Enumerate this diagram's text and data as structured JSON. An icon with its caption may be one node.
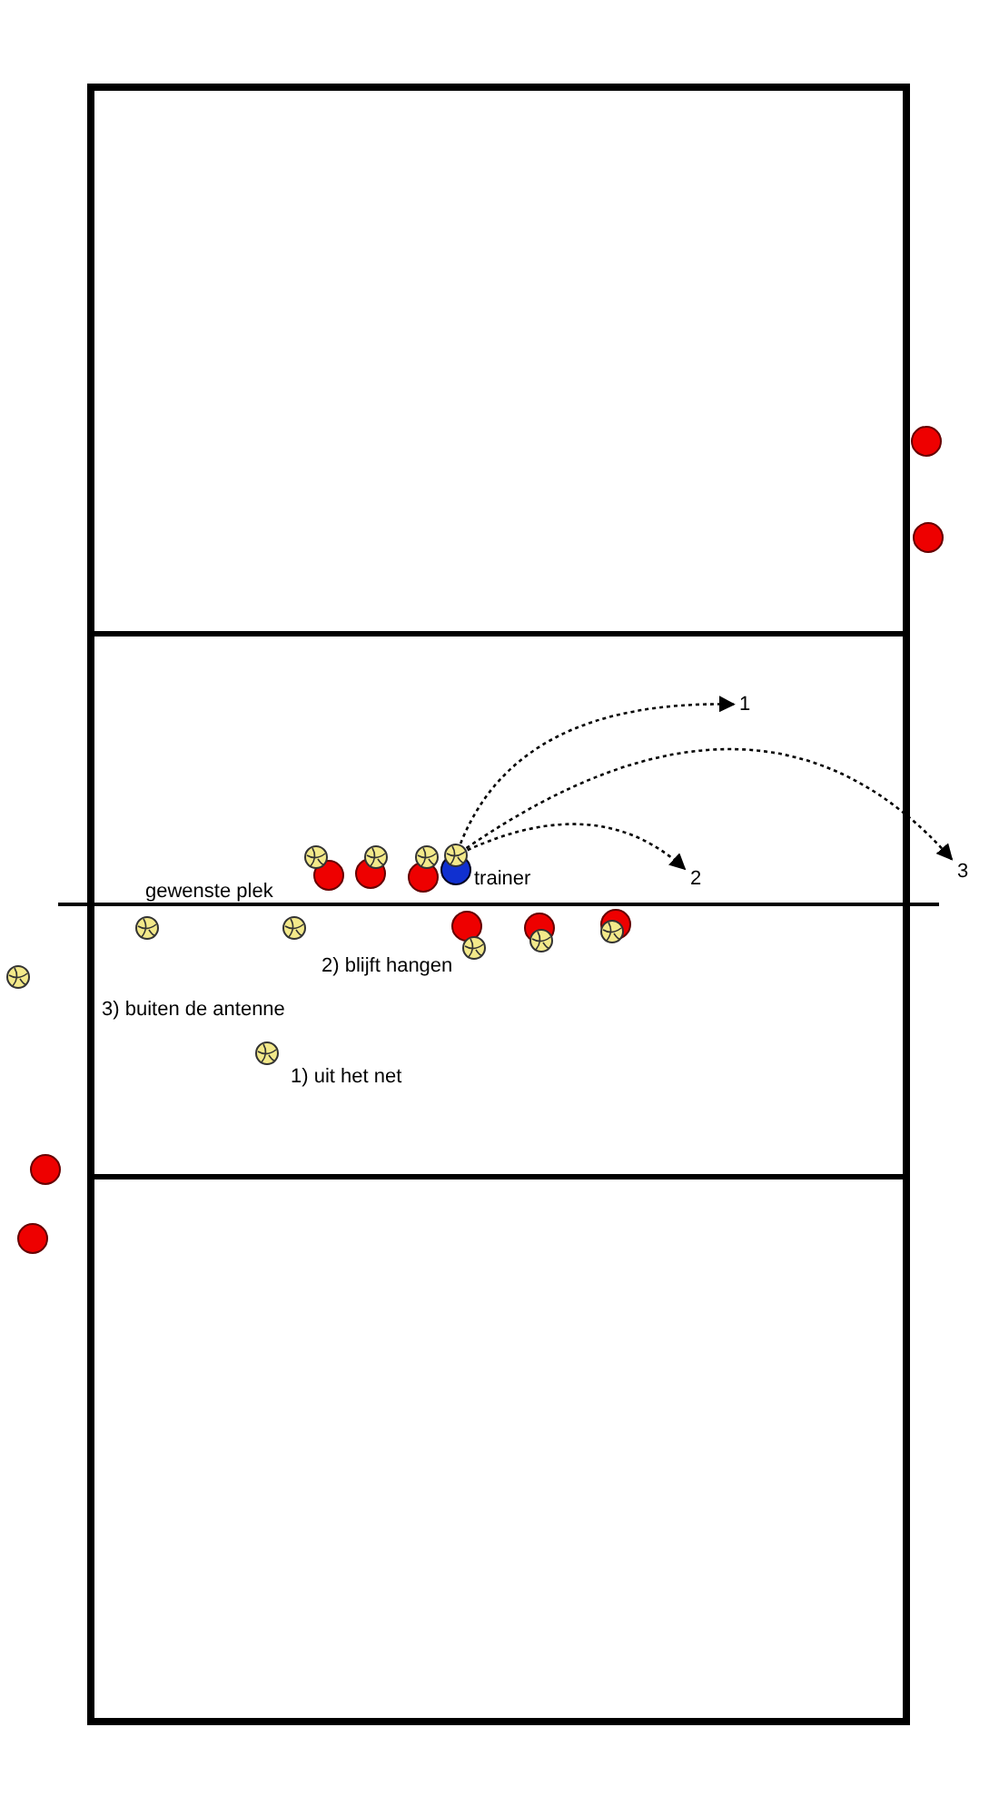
{
  "diagram": {
    "nodes": [
      {
        "text": [],
        "shape": "circle"
      },
      {
        "text": [
          "1"
        ]
      },
      {
        "text": [
          "2"
        ]
      },
      {
        "text": [
          "3"
        ]
      }
    ],
    "edges": [
      {
        "from": 0,
        "to": 1,
        "arrow": "to",
        "style": "dashed"
      },
      {
        "from": 0,
        "to": 2,
        "arrow": "to",
        "style": "dashed"
      },
      {
        "from": 0,
        "to": 3,
        "arrow": "to",
        "style": "dashed"
      }
    ],
    "labels": [
      "trainer",
      "gewenste plek",
      "2) blijft hangen",
      "3) buiten de antenne",
      "1) uit het net"
    ]
  }
}
